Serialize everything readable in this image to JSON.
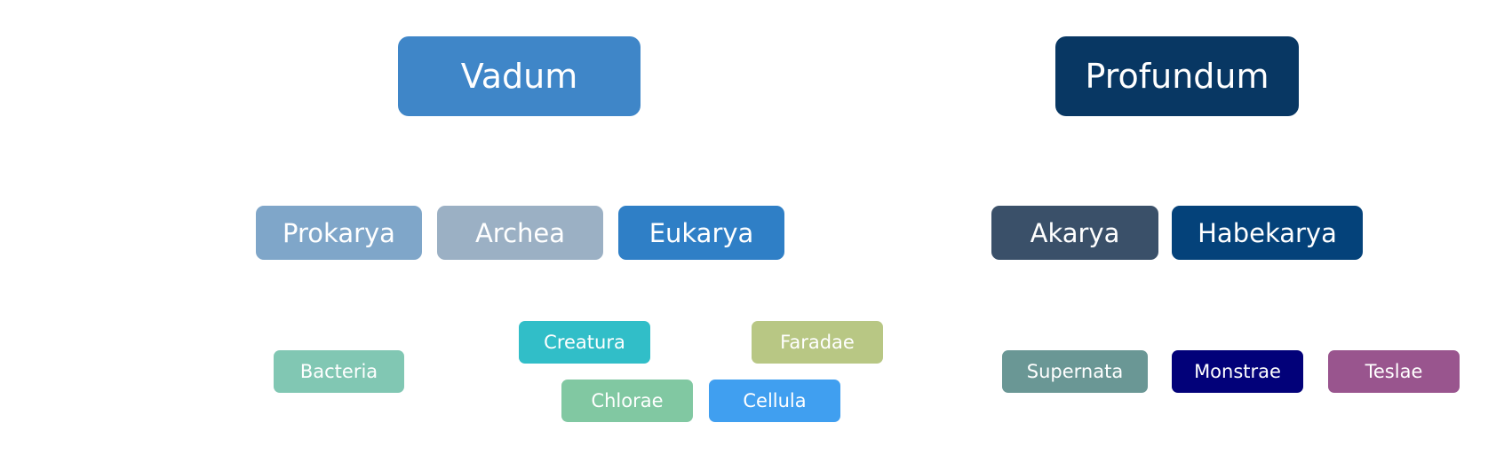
{
  "nodes": {
    "vadum": {
      "label": "Vadum",
      "color": "#3f86c8"
    },
    "profundum": {
      "label": "Profundum",
      "color": "#083763"
    },
    "prokarya": {
      "label": "Prokarya",
      "color": "#7fa6c9"
    },
    "archea": {
      "label": "Archea",
      "color": "#9bb0c4"
    },
    "eukarya": {
      "label": "Eukarya",
      "color": "#2f7fc6"
    },
    "akarya": {
      "label": "Akarya",
      "color": "#3a5069"
    },
    "habekarya": {
      "label": "Habekarya",
      "color": "#04427a"
    },
    "bacteria": {
      "label": "Bacteria",
      "color": "#81c7b3"
    },
    "creatura": {
      "label": "Creatura",
      "color": "#31bec8"
    },
    "faradae": {
      "label": "Faradae",
      "color": "#b8c784"
    },
    "chlorae": {
      "label": "Chlorae",
      "color": "#81c8a2"
    },
    "cellula": {
      "label": "Cellula",
      "color": "#409ff0"
    },
    "supernata": {
      "label": "Supernata",
      "color": "#6a9795"
    },
    "monstrae": {
      "label": "Monstrae",
      "color": "#020179"
    },
    "teslae": {
      "label": "Teslae",
      "color": "#99558e"
    }
  }
}
